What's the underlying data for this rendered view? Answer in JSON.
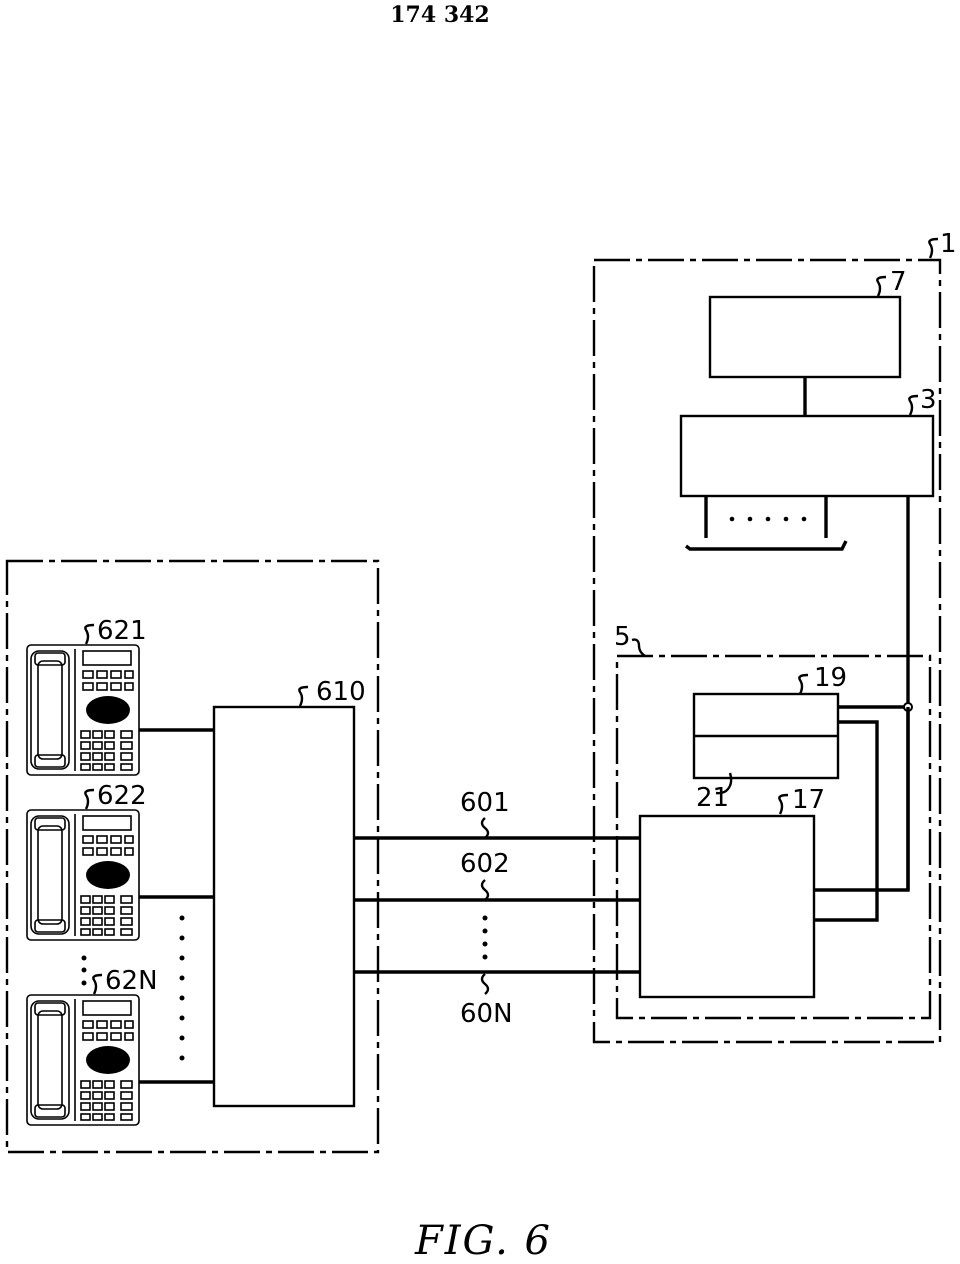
{
  "document_number": "174 342",
  "figure_caption": "FIG. 6",
  "labels": {
    "system": "1",
    "block_7": "7",
    "block_3": "3",
    "unit_5": "5",
    "block_19": "19",
    "block_21": "21",
    "block_17": "17",
    "switch_610": "610",
    "phone_621": "621",
    "phone_622": "622",
    "phone_62N": "62N",
    "line_601": "601",
    "line_602": "602",
    "line_60N": "60N"
  },
  "icons": [
    "telephone-icon",
    "ellipsis-icon"
  ]
}
